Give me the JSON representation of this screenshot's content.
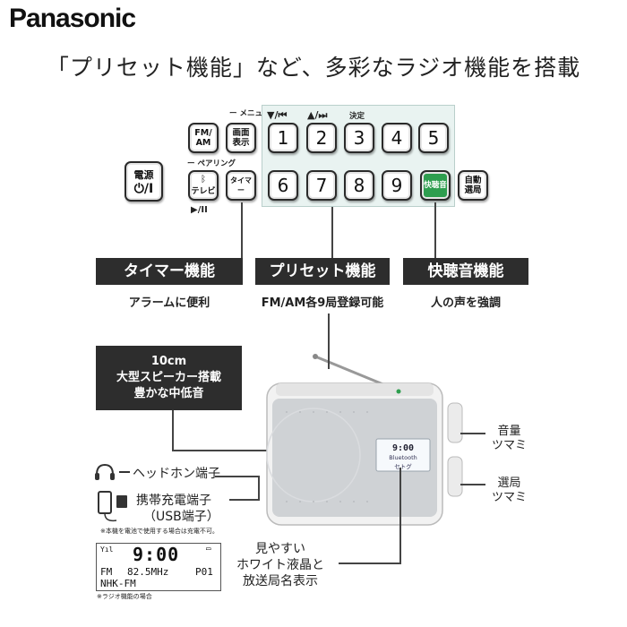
{
  "brand": {
    "logo": "Panasonic"
  },
  "headline": "「プリセット機能」など、多彩なラジオ機能を搭載",
  "buttons": {
    "fm_am": "FM/\nAM",
    "screen": "画面\n表示",
    "menu_label": "ー メニュー",
    "power": "電源",
    "power_symbol": "⏻/I",
    "pairing_label": "ー ペアリング",
    "tv": "テレビ",
    "bluetooth_symbol": "ᛒ",
    "play_pause": "▶/II",
    "timer": "タイマー",
    "kaichouon": "快聴音",
    "auto_preset": "自動\n選局",
    "down_prev": "▼/⏮",
    "up_next": "▲/⏭",
    "enter": "決定",
    "presets": [
      "1",
      "2",
      "3",
      "4",
      "5",
      "6",
      "7",
      "8",
      "9"
    ]
  },
  "features": [
    {
      "title": "タイマー機能",
      "desc": "アラームに便利"
    },
    {
      "title": "プリセット機能",
      "desc": "FM/AM各9局登録可能"
    },
    {
      "title": "快聴音機能",
      "desc": "人の声を強調"
    }
  ],
  "speaker": {
    "line1": "10cm",
    "line2": "大型スピーカー搭載",
    "line3": "豊かな中低音"
  },
  "knobs": {
    "volume": [
      "音量",
      "ツマミ"
    ],
    "tuning": [
      "選局",
      "ツマミ"
    ]
  },
  "jacks": {
    "headphone": "ヘッドホン端子",
    "charge": "携帯充電端子",
    "usb": "（USB端子）",
    "battery_note": "※本機を電池で使用する場合は充電不可。"
  },
  "device_display": {
    "time": "9:00",
    "line2": "Bluetooth",
    "line3": "セトグ"
  },
  "lcd": {
    "signal": "Yıl",
    "time": "9:00",
    "battery": "▭",
    "line1_band": "FM",
    "line1_freq": "82.5MHz",
    "line1_preset": "P01",
    "line2": "NHK-FM",
    "note": "※ラジオ機能の場合"
  },
  "display_caption": [
    "見やすい",
    "ホワイト液晶と",
    "放送局名表示"
  ],
  "colors": {
    "green_button": "#2e9e4f",
    "panel_bg": "#e9f3f1",
    "bar_bg": "#2d2d2d"
  }
}
